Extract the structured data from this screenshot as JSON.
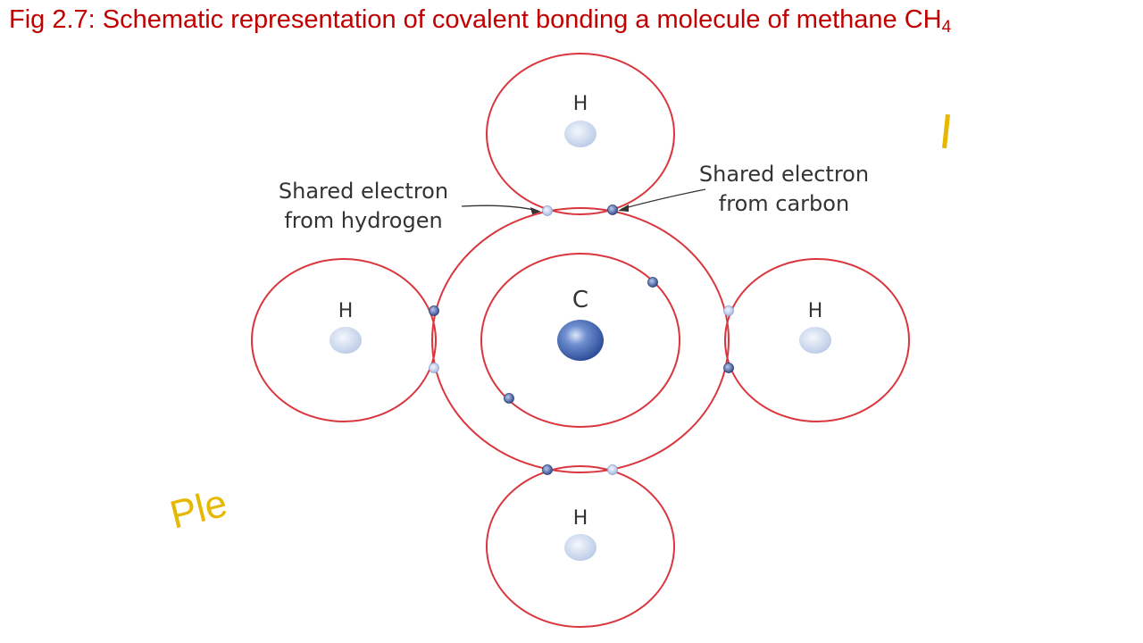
{
  "title": {
    "text": "Fig 2.7: Schematic representation of covalent bonding a molecule of methane CH",
    "subscript": "4"
  },
  "colors": {
    "title": "#c00000",
    "orbit": "#d9363e",
    "label": "#333333",
    "electron_carbon": "#4a5f9e",
    "electron_hydrogen": "#b8c7e6",
    "nucleus_carbon": "#3b5aa8",
    "nucleus_hydrogen": "#c8d6ec",
    "arrow": "#333333",
    "overlay_text": "#e6b800"
  },
  "atoms": {
    "carbon": "C",
    "h_top": "H",
    "h_left": "H",
    "h_right": "H",
    "h_bottom": "H"
  },
  "annotations": {
    "hydrogen_line1": "Shared electron",
    "hydrogen_line2": "from hydrogen",
    "carbon_line1": "Shared electron",
    "carbon_line2": "from carbon"
  },
  "overlay": {
    "partial_text": "Ple"
  }
}
